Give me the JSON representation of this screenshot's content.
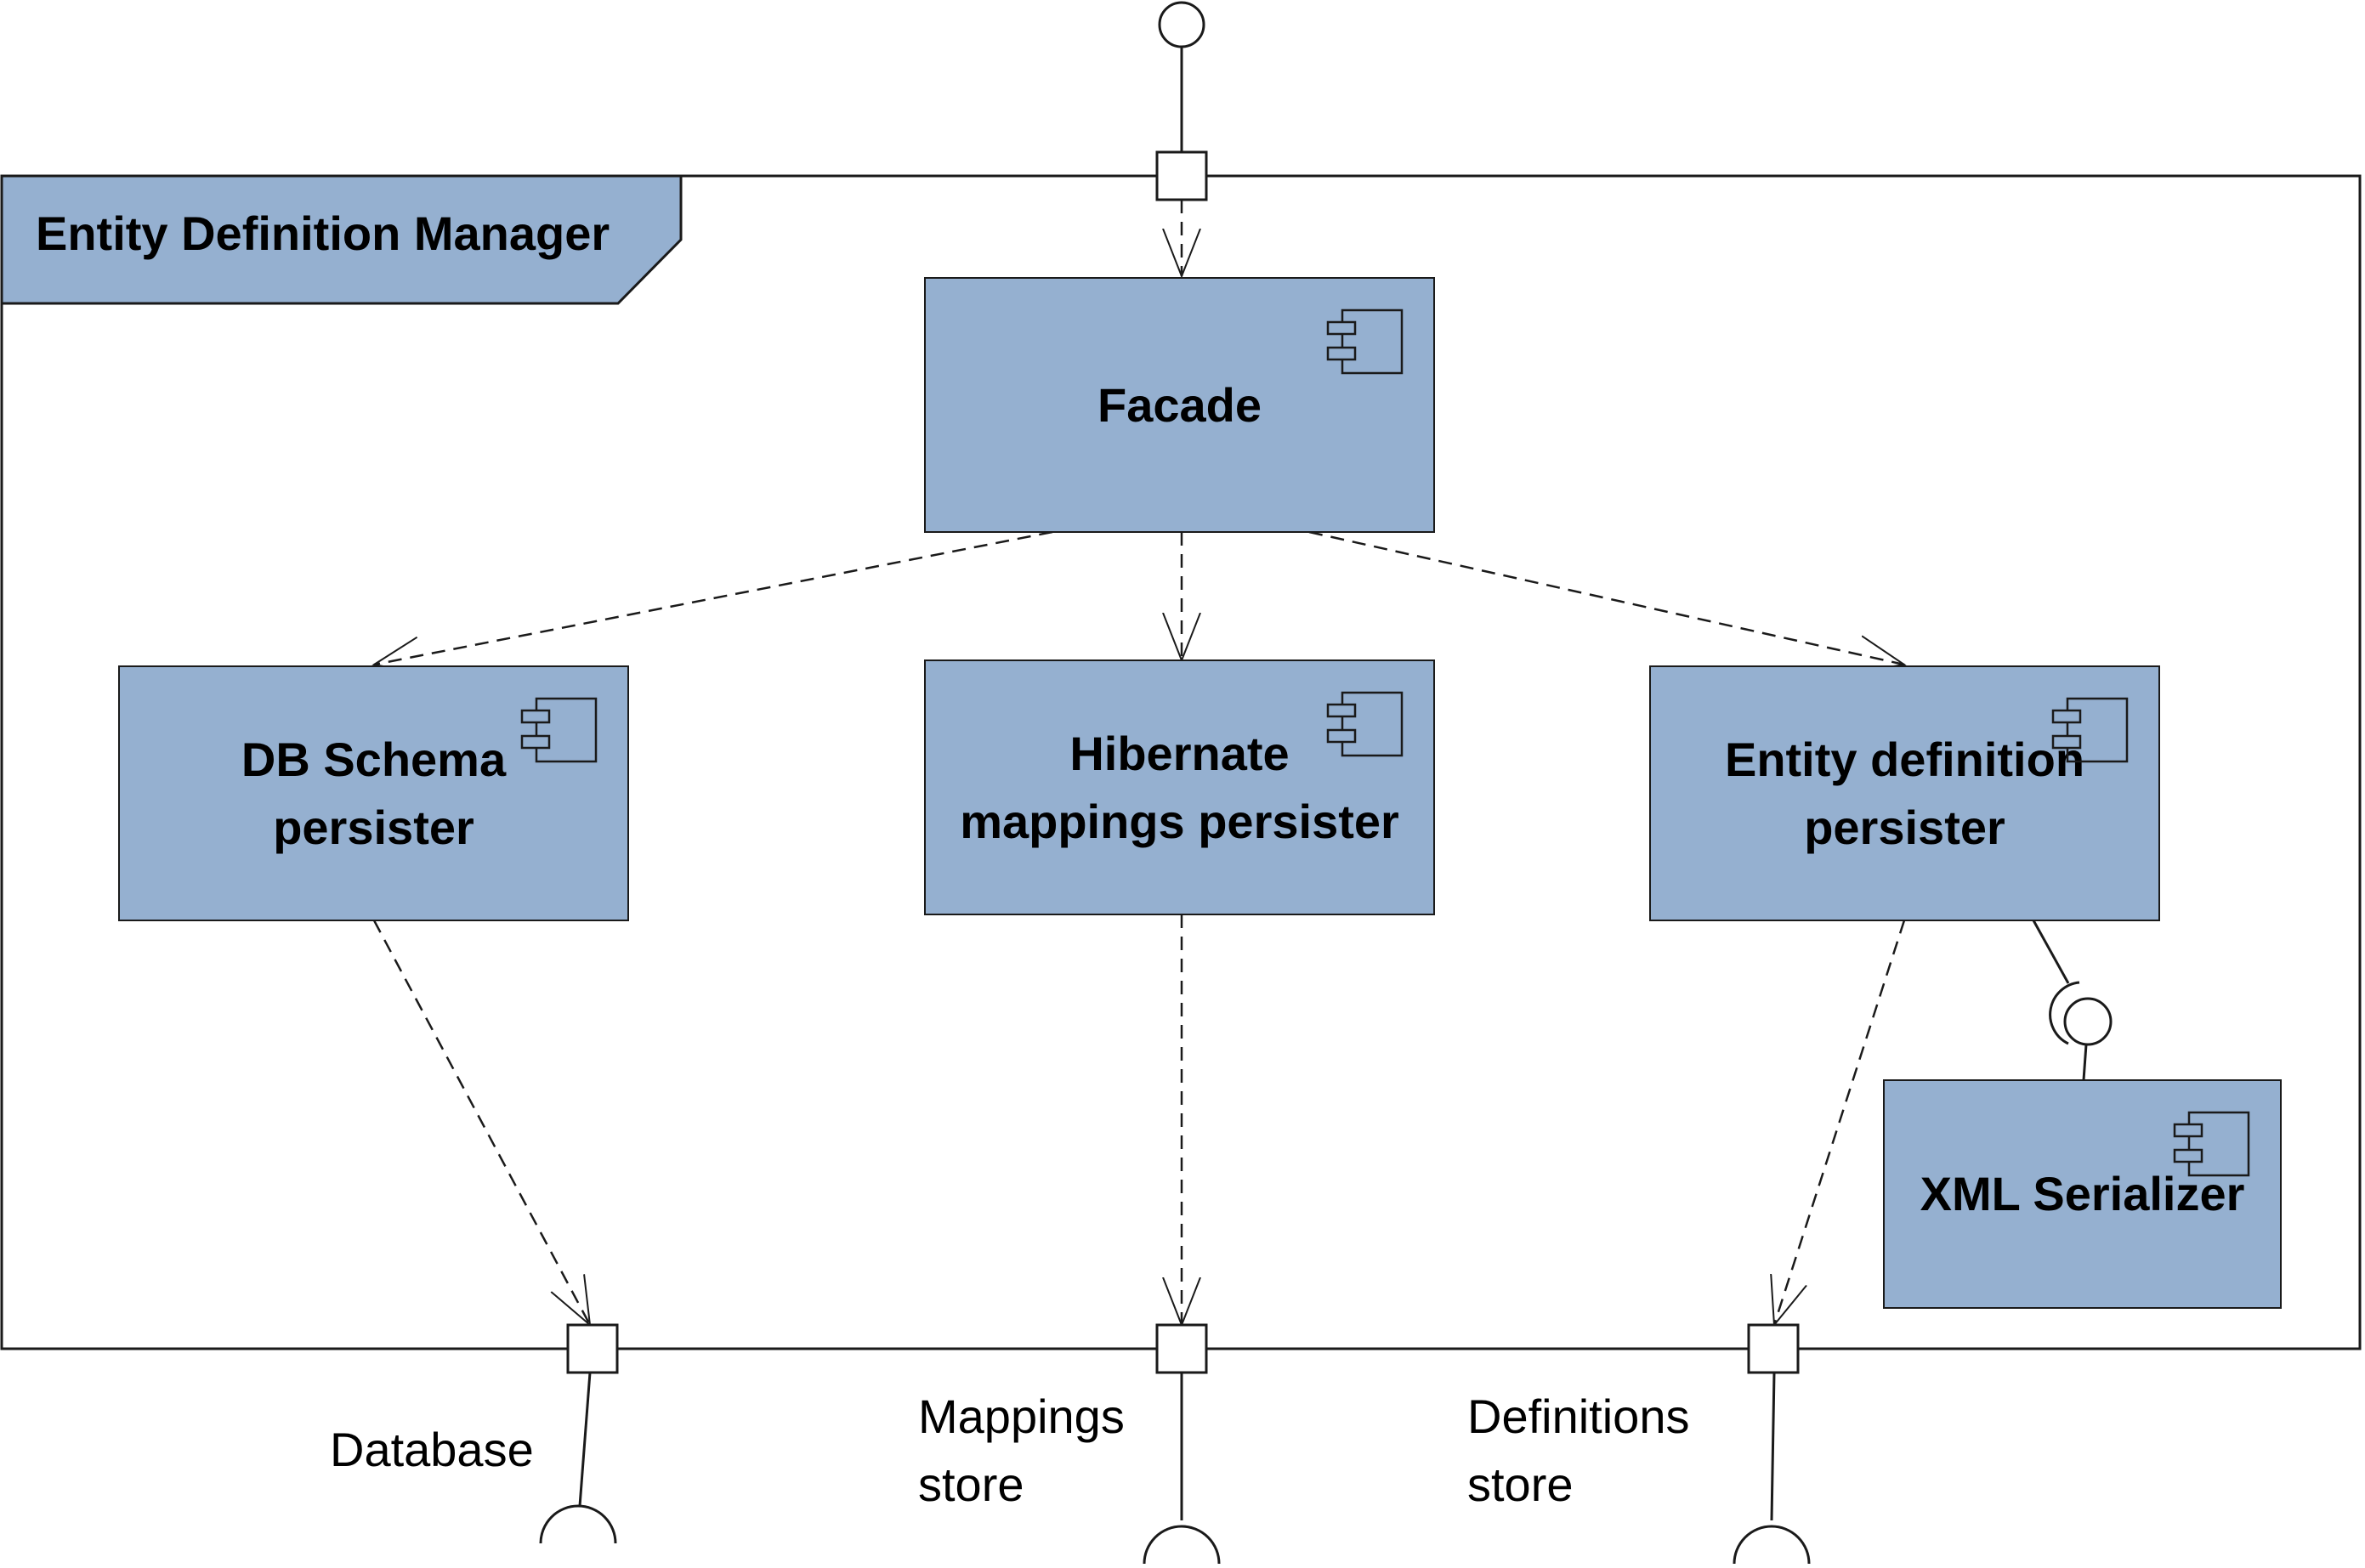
{
  "frame": {
    "title": "Entity Definition Manager"
  },
  "components": {
    "facade": "Facade",
    "db_schema": "DB Schema\npersister",
    "hibernate": "Hibernate\nmappings persister",
    "entity_def": "Entity definition\npersister",
    "xml": "XML Serializer"
  },
  "ports": {
    "database": "Database",
    "mappings": "Mappings\nstore",
    "definitions": "Definitions\nstore"
  },
  "colors": {
    "component_fill": "#95b0d0",
    "line": "#1a1a1a"
  }
}
